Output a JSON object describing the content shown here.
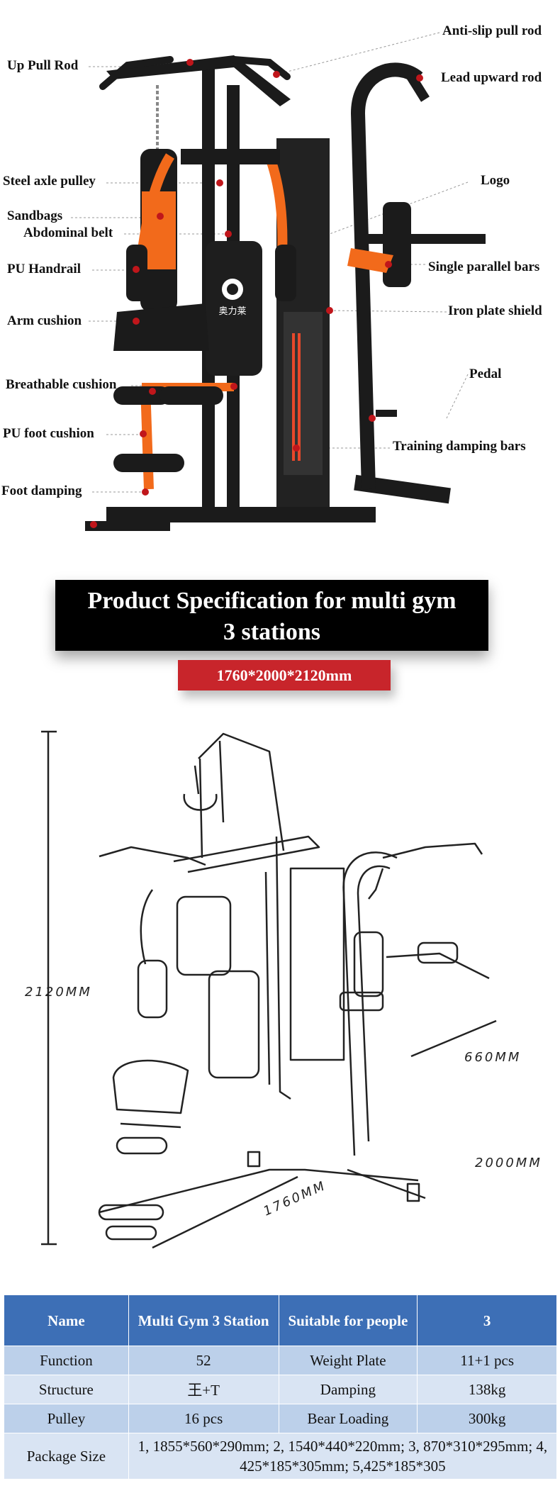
{
  "callouts": {
    "left": [
      "Up Pull Rod",
      "Steel axle pulley",
      "Sandbags",
      "Abdominal belt",
      "PU Handrail",
      "Arm cushion",
      "Breathable cushion",
      "PU foot cushion",
      "Foot damping"
    ],
    "right": [
      "Anti-slip pull rod",
      "Lead upward rod",
      "Logo",
      "Single parallel bars",
      "Iron plate shield",
      "Pedal",
      "Training damping bars"
    ]
  },
  "logo_text": "奥力莱",
  "title": {
    "line1": "Product Specification for multi gym",
    "line2": "3 stations"
  },
  "dimensions_badge": "1760*2000*2120mm",
  "drawing_dims": {
    "height": "2120MM",
    "depth": "660MM",
    "width_a": "2000MM",
    "width_b": "1760MM"
  },
  "spec_table": {
    "header": [
      "Name",
      "Multi Gym 3 Station",
      "Suitable for people",
      "3"
    ],
    "rows": [
      [
        "Function",
        "52",
        "Weight Plate",
        "11+1 pcs"
      ],
      [
        "Structure",
        "王+T",
        "Damping",
        "138kg"
      ],
      [
        "Pulley",
        "16 pcs",
        "Bear Loading",
        "300kg"
      ]
    ],
    "package_label": "Package Size",
    "package_value": "1, 1855*560*290mm;  2, 1540*440*220mm; 3, 870*310*295mm; 4,  425*185*305mm; 5,425*185*305"
  },
  "colors": {
    "accent_orange": "#f26a1b",
    "frame_black": "#1b1b1b",
    "badge_red": "#c8252b",
    "table_header": "#3d6fb6",
    "table_cell": "#bcd0ea"
  }
}
